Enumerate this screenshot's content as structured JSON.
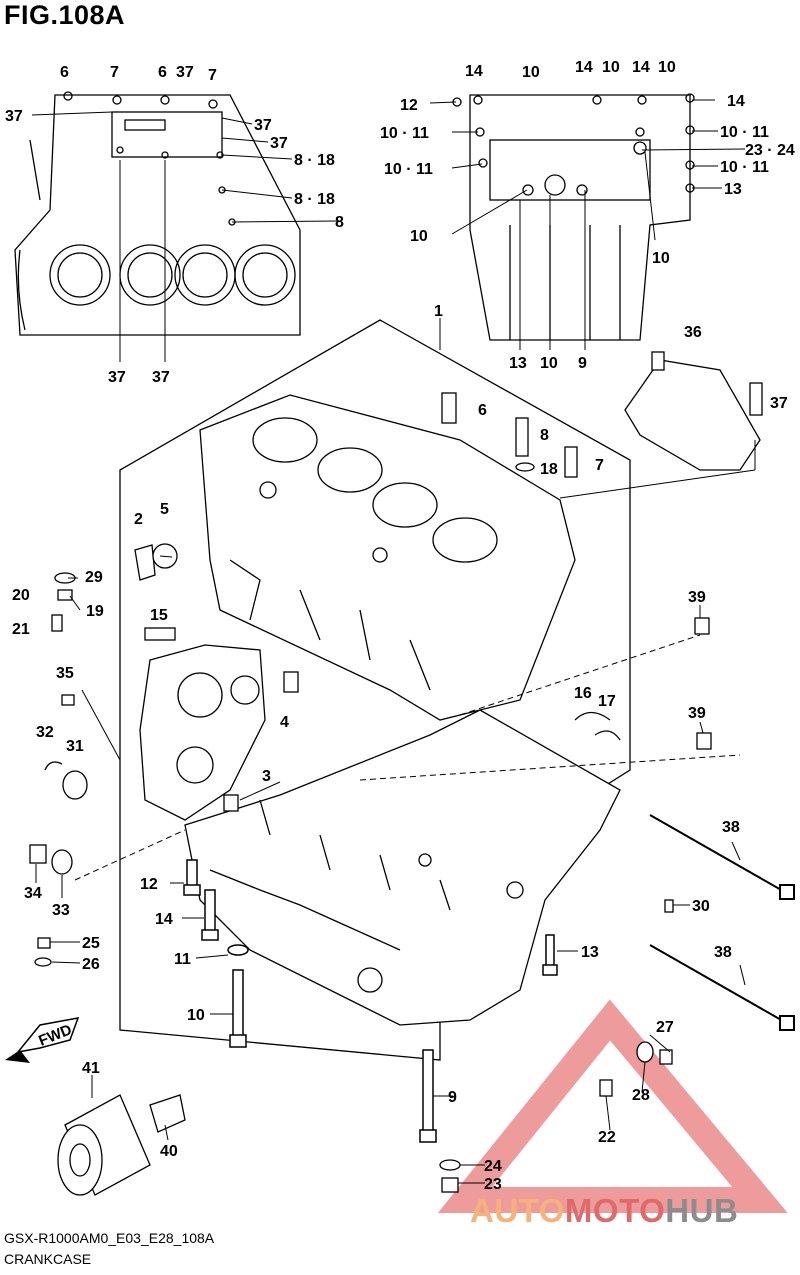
{
  "figure": {
    "title": "FIG.108A",
    "model_code": "GSX-R1000AM0_E03_E28_108A",
    "caption": "CRANKCASE"
  },
  "watermark": {
    "part1": "AUTO",
    "part2": "MOTO",
    "part3": "HUB",
    "colors": {
      "auto": "#f5b27a",
      "moto": "#e06a6a",
      "hub": "#8c8c8c",
      "triangle": "#e87a7a"
    }
  },
  "fwd_label": "FWD",
  "callouts": [
    "6",
    "7",
    "6",
    "37",
    "7",
    "37",
    "37",
    "37",
    "8 · 18",
    "8 · 18",
    "8",
    "37",
    "37",
    "14",
    "10",
    "14",
    "10",
    "14",
    "10",
    "12",
    "14",
    "10 · 11",
    "10 · 11",
    "10 · 11",
    "10 · 11",
    "23 · 24",
    "13",
    "10",
    "10",
    "13",
    "10",
    "9",
    "1",
    "36",
    "37",
    "6",
    "8",
    "18",
    "7",
    "2",
    "5",
    "29",
    "20",
    "19",
    "21",
    "15",
    "39",
    "35",
    "4",
    "16",
    "17",
    "32",
    "31",
    "3",
    "39",
    "38",
    "34",
    "33",
    "12",
    "14",
    "30",
    "11",
    "25",
    "26",
    "13",
    "38",
    "10",
    "27",
    "28",
    "22",
    "41",
    "40",
    "9",
    "24",
    "23"
  ]
}
